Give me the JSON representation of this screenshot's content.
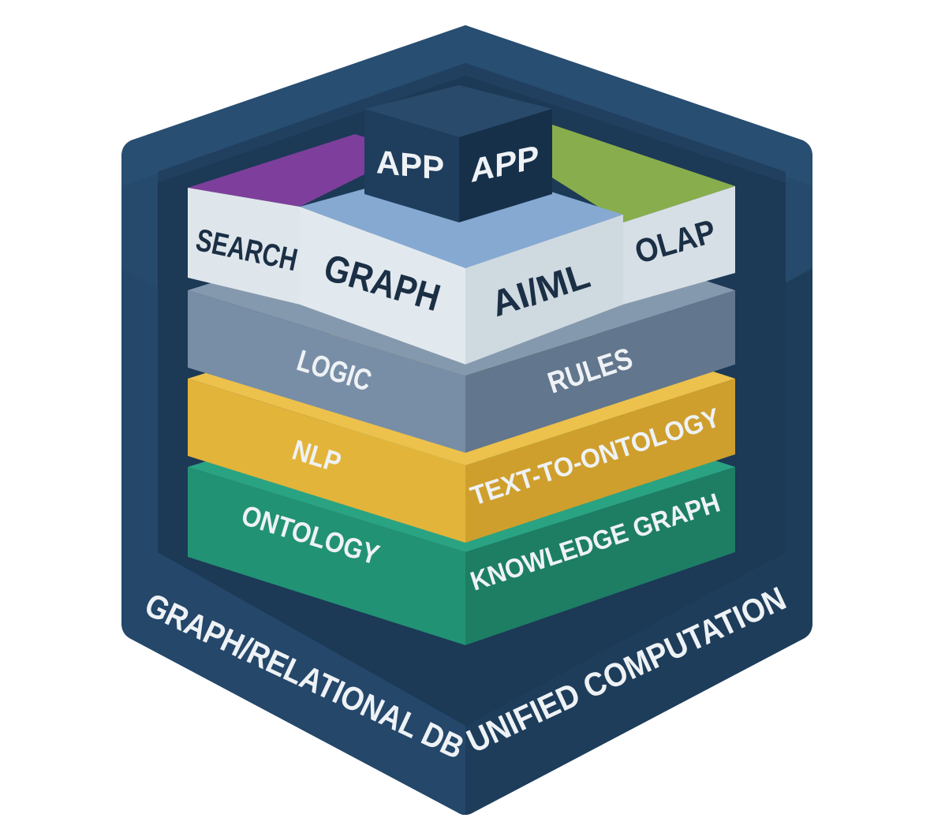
{
  "diagram": {
    "type": "isometric-layered-stack",
    "colors": {
      "background": "#ffffff",
      "outer_shell_light": "#264a6b",
      "outer_shell_dark": "#1c3a58",
      "outer_shell_inner": "#1f3e5c",
      "app_cube": "#1f3d5c",
      "search_top": "#7d3f9b",
      "olap_top": "#88ad4c",
      "graph_top": "#86a9d2",
      "module_face": "#dde5ea",
      "logic_layer": "#788ea6",
      "nlp_layer": "#e3b43a",
      "ontology_layer": "#229274",
      "label_light": "#eef2f5",
      "label_dark": "#1b2f45"
    },
    "top": {
      "app_cube": {
        "left_label": "APP",
        "right_label": "APP"
      }
    },
    "modules": {
      "search": "SEARCH",
      "graph": "GRAPH",
      "aiml": "AI/ML",
      "olap": "OLAP"
    },
    "layers": [
      {
        "id": "logic",
        "left_label": "LOGIC",
        "right_label": "RULES"
      },
      {
        "id": "nlp",
        "left_label": "NLP",
        "right_label": "TEXT-TO-ONTOLOGY"
      },
      {
        "id": "ontology",
        "left_label": "ONTOLOGY",
        "right_label": "KNOWLEDGE GRAPH"
      }
    ],
    "base": {
      "left_label": "GRAPH/RELATIONAL DB",
      "right_label": "UNIFIED COMPUTATION"
    }
  }
}
